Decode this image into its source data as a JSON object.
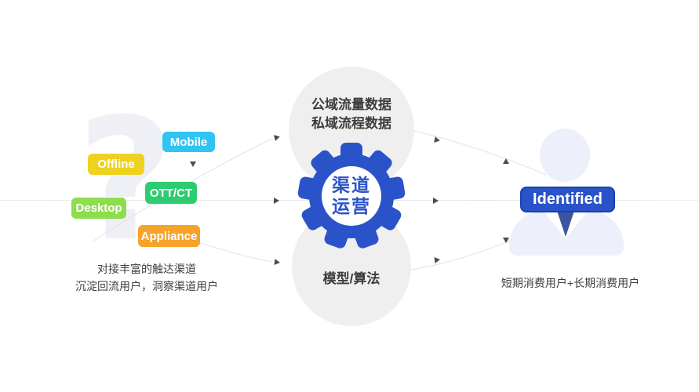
{
  "palette": {
    "gear_blue": "#2b53c9",
    "identified_blue": "#2b53c9",
    "blob_gray": "#efefef",
    "mobile_color": "#31c4f3",
    "offline_color": "#eed21f",
    "ottct_color": "#2ecc71",
    "desktop_color": "#8edd4e",
    "appliance_color": "#f6a32b",
    "person_color": "#edf0fa",
    "tie_color": "#3d549e"
  },
  "left_channels": {
    "question_mark": "?",
    "items": [
      {
        "label": "Mobile",
        "color": "#31c4f3"
      },
      {
        "label": "Offline",
        "color": "#eed21f"
      },
      {
        "label": "OTT/CT",
        "color": "#2ecc71"
      },
      {
        "label": "Desktop",
        "color": "#8edd4e"
      },
      {
        "label": "Appliance",
        "color": "#f6a32b"
      }
    ],
    "caption_line1": "对接丰富的触达渠道",
    "caption_line2": "沉淀回流用户，洞察渠道用户"
  },
  "center": {
    "top_line1": "公域流量数据",
    "top_line2": "私域流程数据",
    "gear_line1": "渠道",
    "gear_line2": "运营",
    "bottom_label": "模型/算法"
  },
  "right": {
    "button_label": "Identified",
    "caption": "短期消费用户+长期消费用户"
  }
}
